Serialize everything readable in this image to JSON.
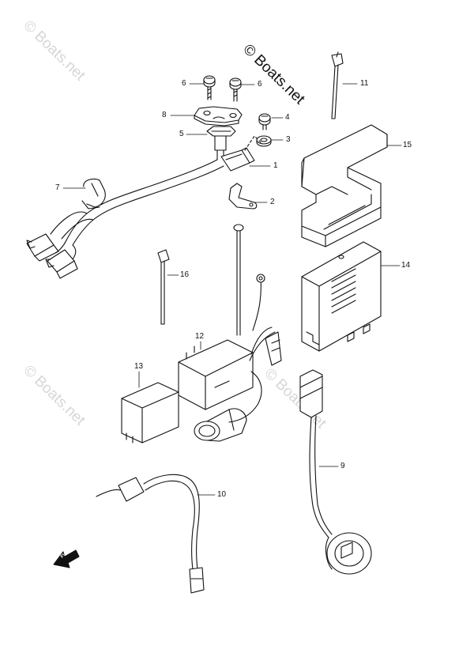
{
  "watermark": {
    "main": "© Boats.net",
    "faint": "© Boats.net"
  },
  "direction_arrow": {
    "label": "FWD"
  },
  "callouts": {
    "c1": "1",
    "c2": "2",
    "c3": "3",
    "c4": "4",
    "c5": "5",
    "c6a": "6",
    "c6b": "6",
    "c7": "7",
    "c8": "8",
    "c9": "9",
    "c10": "10",
    "c11": "11",
    "c12": "12",
    "c13": "13",
    "c14": "14",
    "c15": "15",
    "c16": "16"
  },
  "colors": {
    "line": "#111111",
    "watermark_faint": "#d6d6d6",
    "background": "#ffffff"
  }
}
